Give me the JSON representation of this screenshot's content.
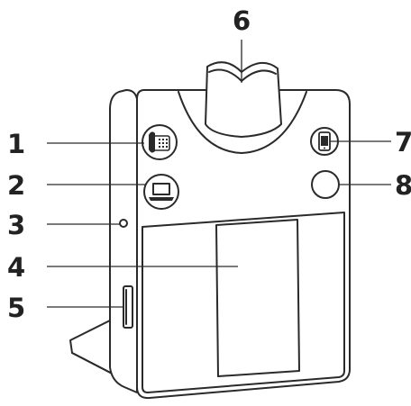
{
  "callouts": [
    {
      "id": "1",
      "label": "1"
    },
    {
      "id": "2",
      "label": "2"
    },
    {
      "id": "3",
      "label": "3"
    },
    {
      "id": "4",
      "label": "4"
    },
    {
      "id": "5",
      "label": "5"
    },
    {
      "id": "6",
      "label": "6"
    },
    {
      "id": "7",
      "label": "7"
    },
    {
      "id": "8",
      "label": "8"
    }
  ],
  "icons": {
    "desk_phone": "desk-phone-icon",
    "laptop": "laptop-icon",
    "mobile_phone": "mobile-phone-icon"
  }
}
